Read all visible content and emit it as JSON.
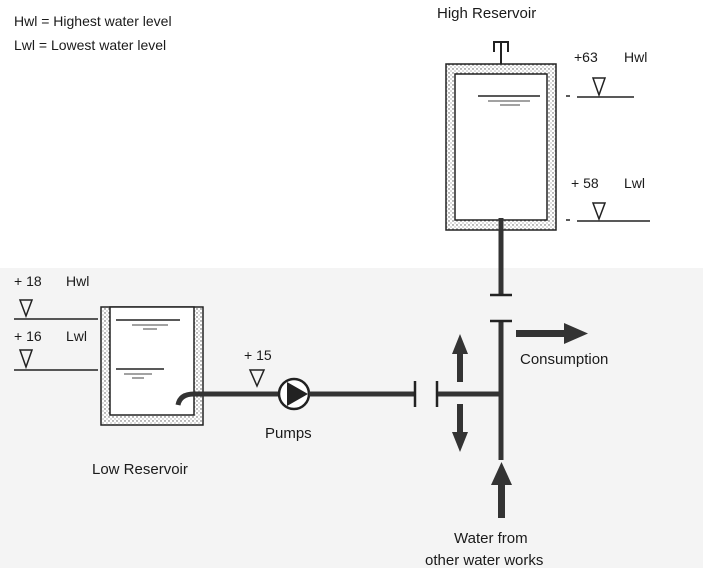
{
  "legend": {
    "hwl": "Hwl = Highest water level",
    "lwl": "Lwl = Lowest water level"
  },
  "high_reservoir": {
    "title": "High Reservoir",
    "hwl_value": "+63",
    "hwl_label": "Hwl",
    "lwl_value": "+ 58",
    "lwl_label": "Lwl"
  },
  "low_reservoir": {
    "title": "Low Reservoir",
    "hwl_value": "+ 18",
    "hwl_label": "Hwl",
    "lwl_value": "+ 16",
    "lwl_label": "Lwl"
  },
  "pumps": {
    "level": "+ 15",
    "label": "Pumps"
  },
  "consumption": {
    "label": "Consumption"
  },
  "other_works": {
    "line1": "Water from",
    "line2": "other water works"
  },
  "colors": {
    "ink": "#1a1a1a",
    "pipe": "#333333",
    "reservoir_fill": "#ffffff",
    "shading": "#f3f3f3"
  }
}
